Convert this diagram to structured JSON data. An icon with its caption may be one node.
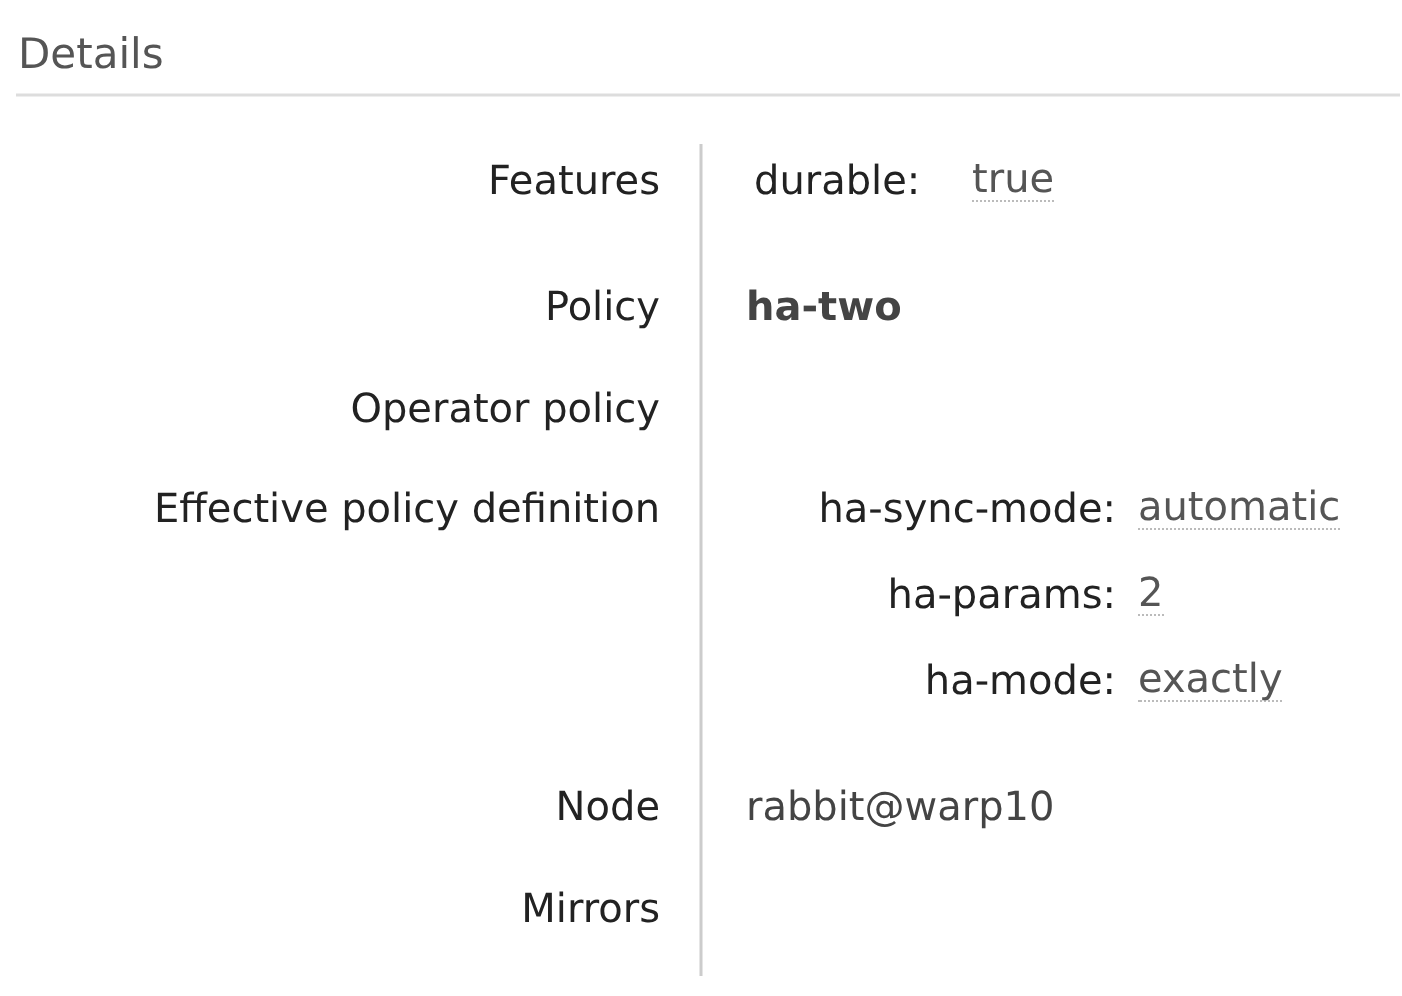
{
  "diagram": {
    "title": "Details",
    "labels": [
      "Features",
      "durable:",
      "true",
      "Policy",
      "ha-two",
      "Operator policy",
      "Effective policy definition",
      "ha-sync-mode:",
      "automatic",
      "ha-params:",
      "2",
      "ha-mode:",
      "exactly",
      "Node",
      "rabbit@warp10",
      "Mirrors"
    ]
  }
}
